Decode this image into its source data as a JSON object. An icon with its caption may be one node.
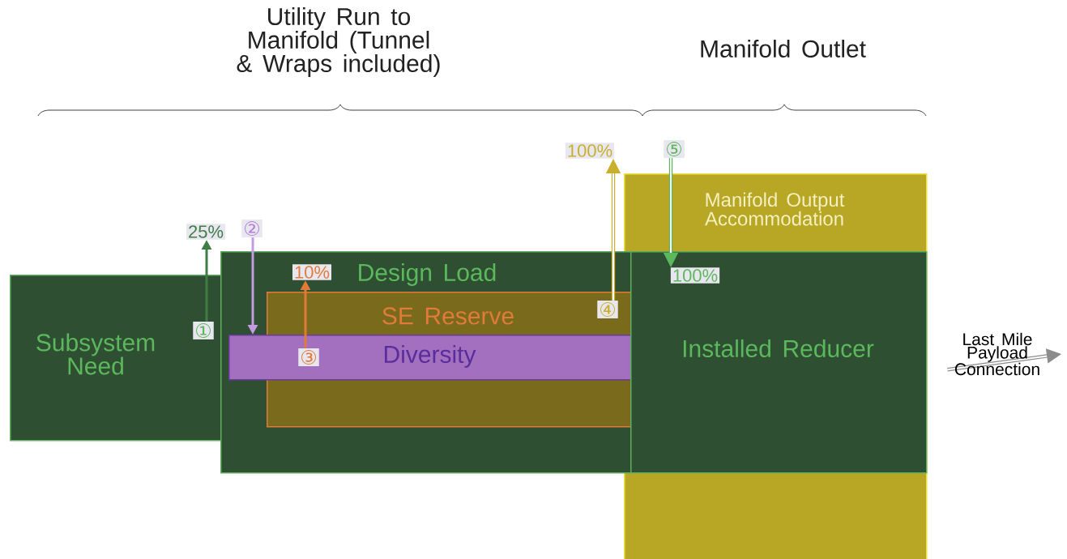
{
  "diagram": {
    "nodes": [
      {
        "text": [
          "Subsystem Need"
        ]
      },
      {
        "text": [
          "Design Load"
        ]
      },
      {
        "text": [
          "SE Reserve"
        ],
        "in": 1
      },
      {
        "text": [
          "Diversity"
        ],
        "in": 1
      },
      {
        "text": [
          "Manifold Output Accommodation"
        ]
      },
      {
        "text": [
          "Installed Reducer"
        ],
        "in": 4
      },
      {
        "text": [
          "100%"
        ]
      },
      {
        "text": [
          "⑤"
        ]
      },
      {
        "text": [
          "25%"
        ]
      },
      {
        "text": [
          "②"
        ]
      },
      {
        "text": [
          "10%"
        ],
        "in": 1
      },
      {
        "text": [
          "100%"
        ],
        "in": 5
      },
      {
        "text": [
          "④"
        ],
        "in": 2
      },
      {
        "text": [
          "①"
        ],
        "in": 0
      },
      {
        "text": [
          "③"
        ],
        "in": 3
      }
    ],
    "edges": [
      {
        "from": 5,
        "to": null,
        "arrow": "to",
        "label": "Last Mile Payload Connection",
        "color": "#8c8c8c"
      },
      {
        "from": 13,
        "to": 8,
        "arrow": "to",
        "color": "#3f7d45"
      },
      {
        "from": 9,
        "to": 3,
        "arrow": "to",
        "color": "#c39be0"
      },
      {
        "from": 14,
        "to": 10,
        "arrow": "to",
        "color": "#e07b39"
      },
      {
        "from": 12,
        "to": 6,
        "arrow": "to",
        "color": "#c8b02c"
      },
      {
        "from": 7,
        "to": 11,
        "arrow": "to",
        "color": "#5cb85c"
      }
    ],
    "labels": [
      "Utility Run to Manifold (Tunnel & Wraps included)",
      "Manifold Outlet"
    ]
  }
}
